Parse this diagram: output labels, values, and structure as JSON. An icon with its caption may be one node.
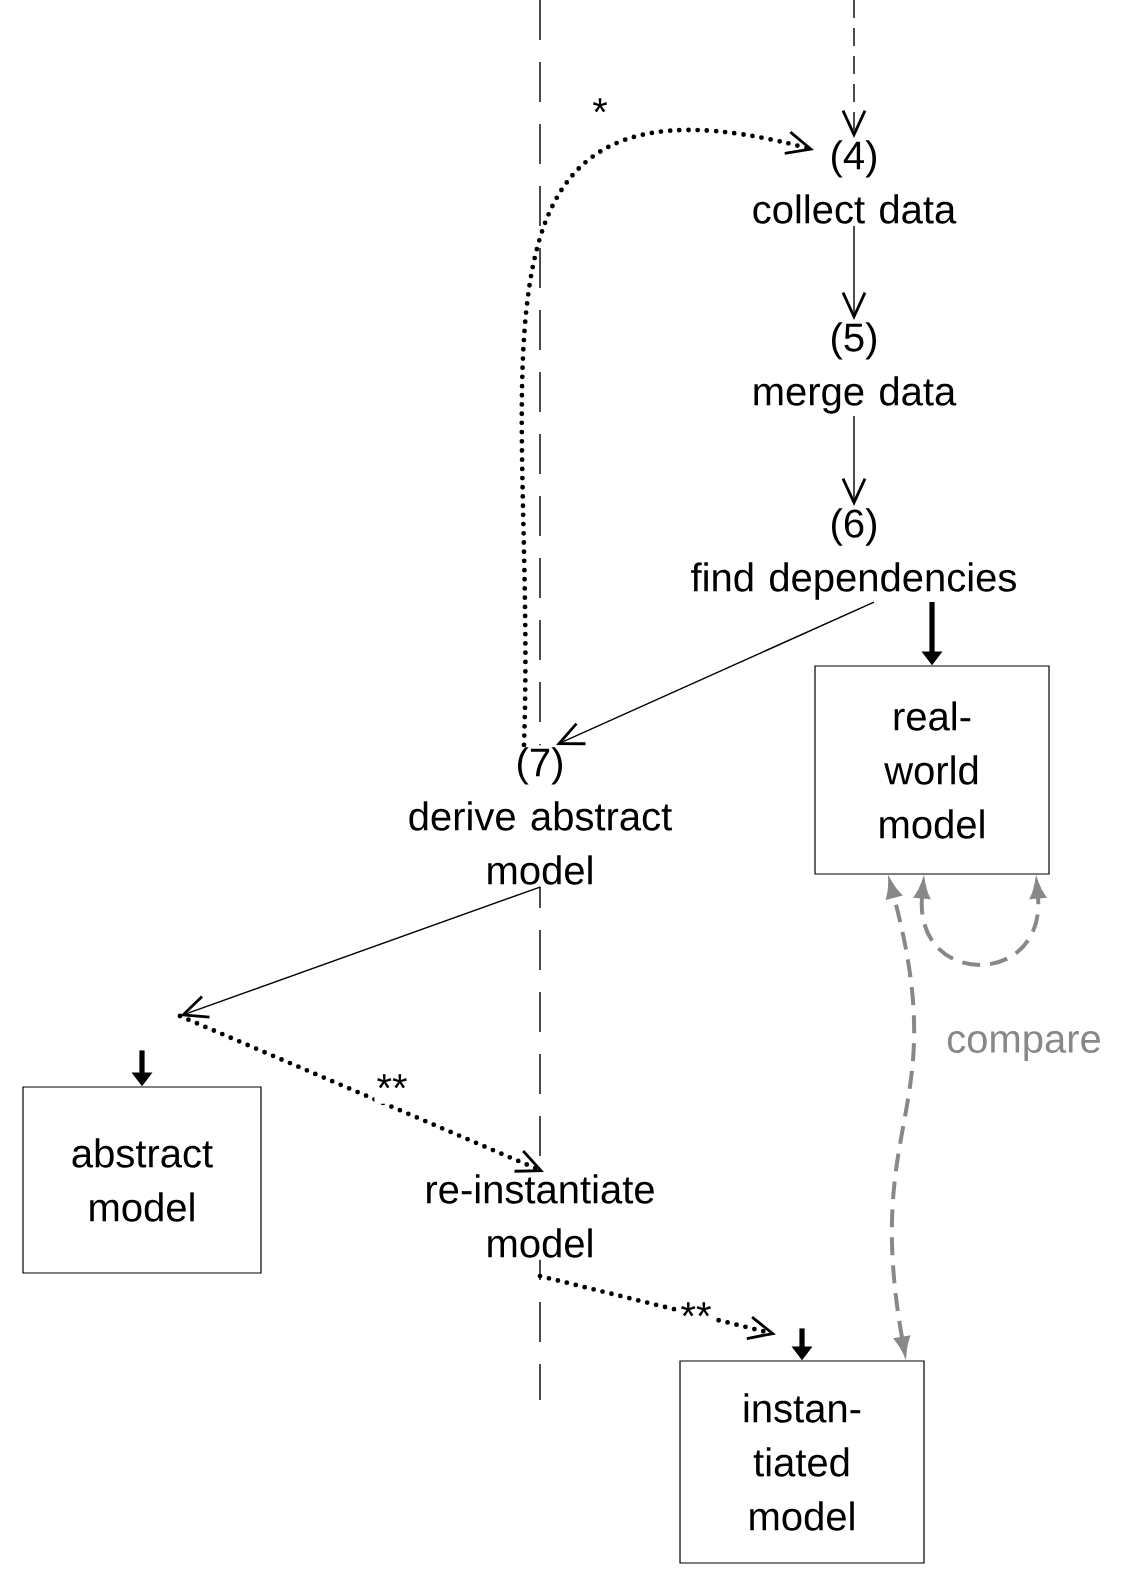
{
  "diagram": {
    "nodes": [
      {
        "text": [
          "(4)",
          "collect data"
        ]
      },
      {
        "text": [
          "(5)",
          "merge data"
        ]
      },
      {
        "text": [
          "(6)",
          "find dependencies"
        ]
      },
      {
        "text": [
          "real- world model"
        ]
      },
      {
        "text": [
          "(7)",
          "derive abstract model"
        ]
      },
      {
        "text": [
          "abstract model"
        ]
      },
      {
        "text": [
          "re-instantiate model"
        ]
      },
      {
        "text": [
          "instan- tiated model"
        ]
      }
    ],
    "edges": [
      {
        "from": null,
        "to": 0,
        "arrow": "to",
        "style": "dashed"
      },
      {
        "from": 4,
        "to": 0,
        "arrow": "to",
        "style": "dashed",
        "label": "*"
      },
      {
        "from": 0,
        "to": 1,
        "arrow": "to"
      },
      {
        "from": 1,
        "to": 2,
        "arrow": "to"
      },
      {
        "from": 2,
        "to": 4,
        "arrow": "to"
      },
      {
        "from": 2,
        "to": 3,
        "arrow": "to"
      },
      {
        "from": 4,
        "to": null,
        "arrow": "to"
      },
      {
        "from": null,
        "to": 5,
        "arrow": "to"
      },
      {
        "from": null,
        "to": 6,
        "arrow": "to",
        "style": "dashed",
        "label": "**"
      },
      {
        "from": 6,
        "to": 7,
        "arrow": "to",
        "style": "dashed",
        "label": "**"
      },
      {
        "from": null,
        "to": 7,
        "arrow": "to"
      },
      {
        "from": 7,
        "to": 3,
        "arrow": "both",
        "style": "dashed",
        "color": "#888888"
      },
      {
        "from": 3,
        "to": 3,
        "arrow": "both",
        "style": "dashed",
        "color": "#888888",
        "label": "compare"
      }
    ]
  }
}
